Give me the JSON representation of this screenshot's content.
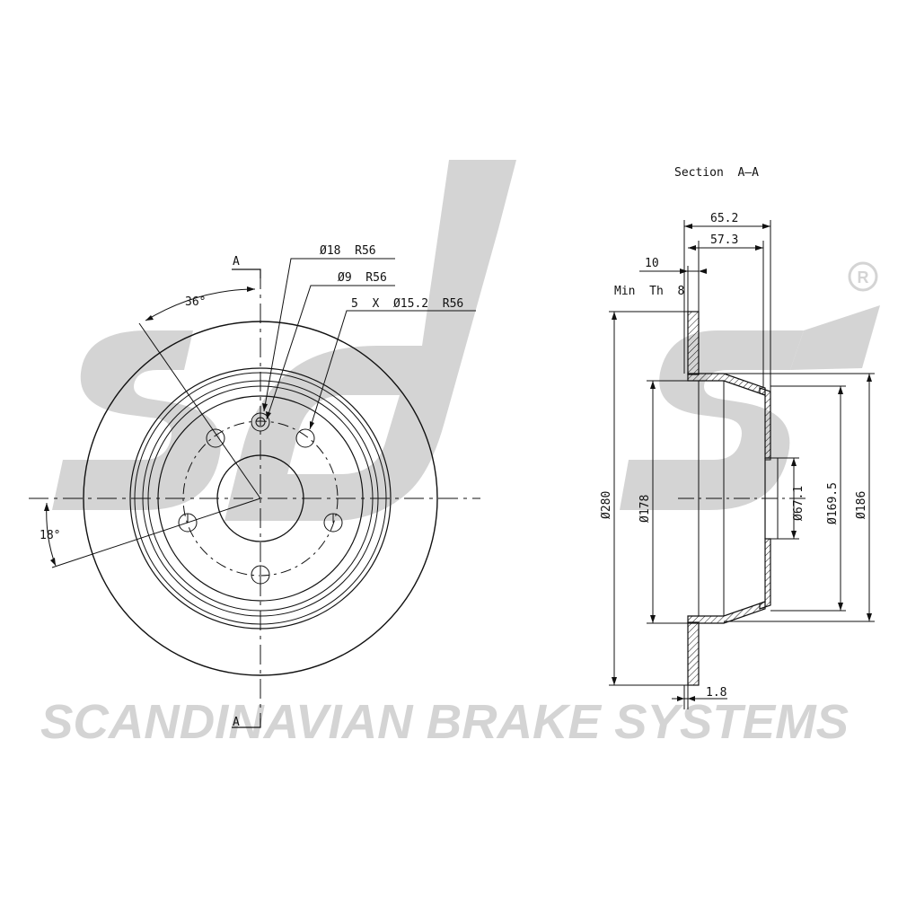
{
  "brand": {
    "logo_text": "sbs",
    "registered_mark": "®",
    "company_name": "SCANDINAVIAN BRAKE SYSTEMS",
    "watermark_color": "#d4d4d4"
  },
  "front_view": {
    "section_marker_top": "A",
    "section_marker_bottom": "A",
    "angle_top": "36°",
    "angle_left": "18°",
    "callout_center_hole": "Ø18  R56",
    "callout_small_hole": "Ø9  R56",
    "callout_bolt_holes": "5  X  Ø15.2  R56"
  },
  "section_view": {
    "title": "Section  A–A",
    "dim_overall_height": "65.2",
    "dim_hat_height": "57.3",
    "dim_disc_thickness": "10",
    "min_thickness": "Min  Th  8",
    "dim_outer_diameter": "Ø280",
    "dim_hat_outer_diameter": "Ø178",
    "dim_center_bore": "Ø67.1",
    "dim_hub_face_diameter": "Ø169.5",
    "dim_hat_diameter": "Ø186",
    "dim_offset": "1.8"
  },
  "colors": {
    "line": "#111111",
    "watermark": "#d4d4d4"
  }
}
